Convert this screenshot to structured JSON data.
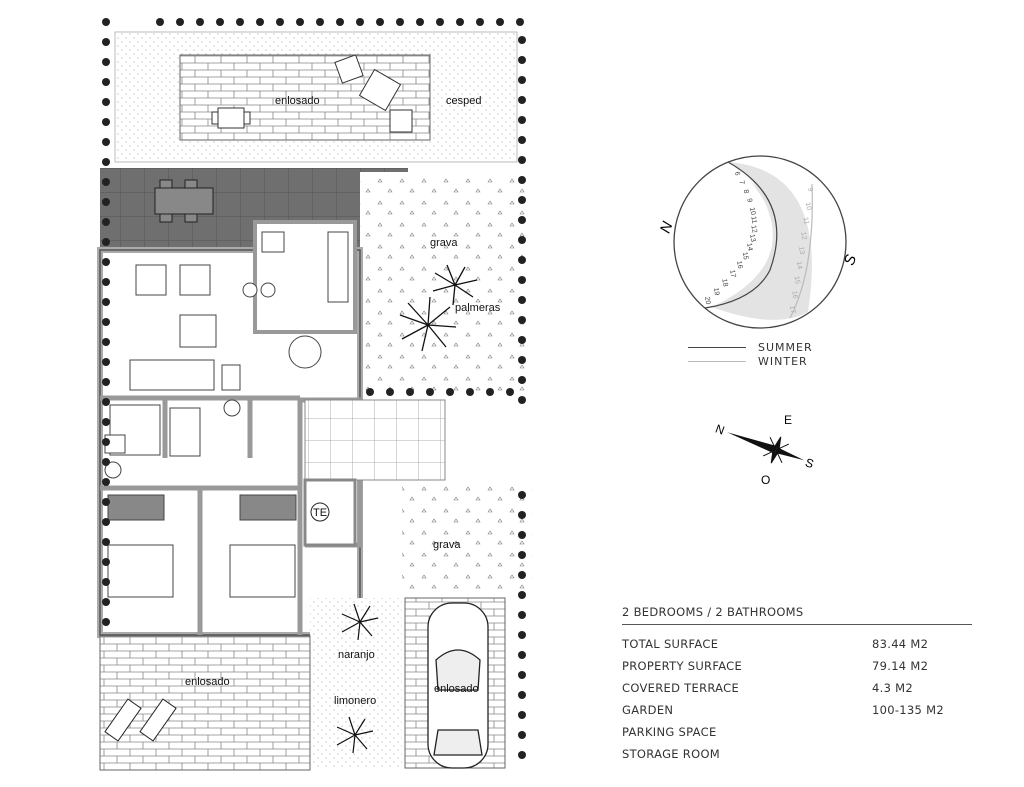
{
  "plan": {
    "labels": {
      "top_paving": "enlosado",
      "lawn": "cesped",
      "gravel_right": "grava",
      "palms": "palmeras",
      "gravel_lower": "grava",
      "orange_tree": "naranjo",
      "lemon_tree": "limonero",
      "paving_lower_left": "enlosado",
      "paving_parking": "enlosado",
      "meter": "TE"
    }
  },
  "sun_path": {
    "north": "N",
    "south": "S",
    "summer_hours": [
      "6",
      "7",
      "8",
      "9",
      "10",
      "11",
      "12",
      "13",
      "14",
      "15",
      "16",
      "17",
      "18",
      "19",
      "20"
    ],
    "winter_hours": [
      "9",
      "10",
      "11",
      "12",
      "13",
      "14",
      "15",
      "16",
      "17"
    ],
    "legend": {
      "summer": "SUMMER",
      "winter": "WINTER"
    },
    "colors": {
      "summer": "#444444",
      "winter": "#bbbbbb",
      "fill": "#e3e3e3"
    }
  },
  "compass": {
    "n": "N",
    "e": "E",
    "s": "S",
    "o": "O"
  },
  "specs": {
    "heading": "2 BEDROOMS / 2 BATHROOMS",
    "rows": [
      {
        "label": "TOTAL SURFACE",
        "value": "83.44 M2"
      },
      {
        "label": "PROPERTY SURFACE",
        "value": "79.14 M2"
      },
      {
        "label": "COVERED TERRACE",
        "value": "4.3 M2"
      },
      {
        "label": "GARDEN",
        "value": "100-135 M2"
      },
      {
        "label": "PARKING SPACE",
        "value": ""
      },
      {
        "label": "STORAGE ROOM",
        "value": ""
      }
    ]
  }
}
